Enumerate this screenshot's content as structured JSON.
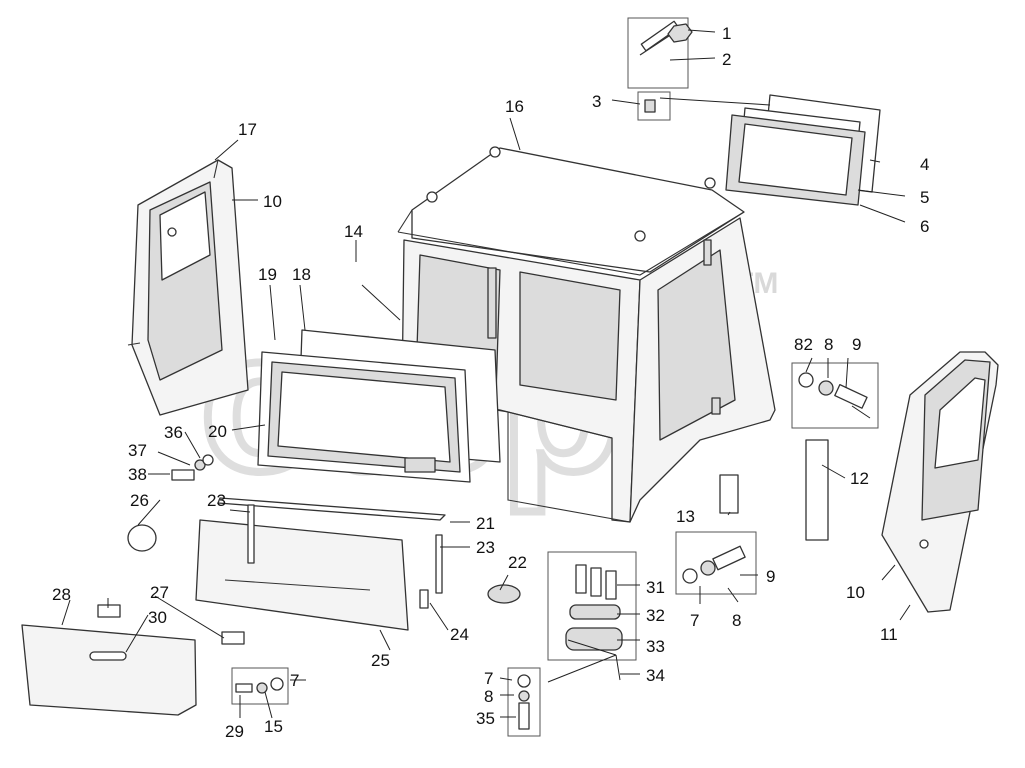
{
  "diagram": {
    "trademark": "TM",
    "watermark": "otsp",
    "callouts": [
      "1",
      "2",
      "3",
      "4",
      "5",
      "6",
      "7",
      "7",
      "7",
      "7",
      "8",
      "8",
      "8",
      "8",
      "9",
      "9",
      "10",
      "10",
      "11",
      "12",
      "13",
      "14",
      "15",
      "16",
      "17",
      "18",
      "19",
      "20",
      "21",
      "22",
      "23",
      "23",
      "24",
      "25",
      "26",
      "27",
      "28",
      "29",
      "30",
      "31",
      "32",
      "33",
      "34",
      "35",
      "36",
      "37",
      "38",
      "82"
    ]
  }
}
